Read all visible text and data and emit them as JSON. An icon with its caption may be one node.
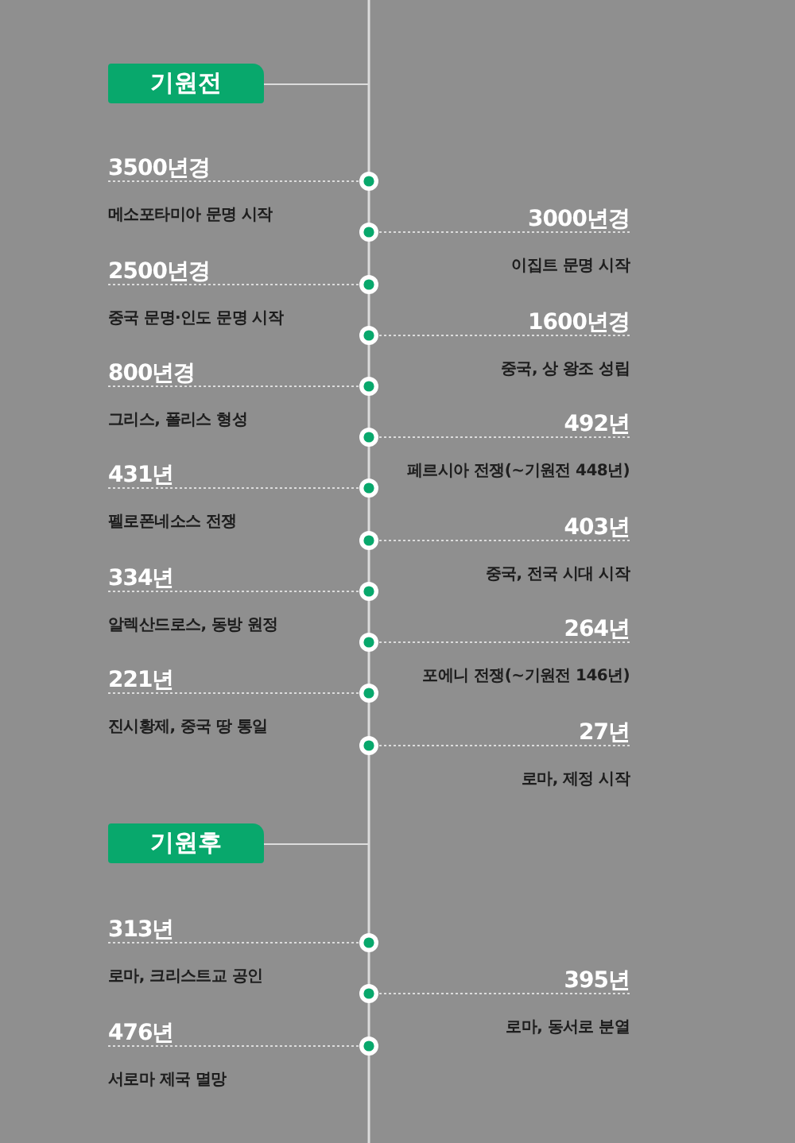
{
  "diagram": {
    "nodes": [
      {
        "text": [
          "기원전"
        ]
      },
      {
        "text": [
          "3500년경",
          "메소포타미아 문명 시작"
        ]
      },
      {
        "text": [],
        "shape": "circle"
      },
      {
        "text": [
          "3000년경",
          "이집트 문명 시작"
        ]
      },
      {
        "text": [],
        "shape": "circle"
      },
      {
        "text": [
          "2500년경",
          "중국 문명·인도 문명 시작"
        ]
      },
      {
        "text": [],
        "shape": "circle"
      },
      {
        "text": [
          "1600년경",
          "중국, 상 왕조 성립"
        ]
      },
      {
        "text": [],
        "shape": "circle"
      },
      {
        "text": [
          "800년경",
          "그리스, 폴리스 형성"
        ]
      },
      {
        "text": [],
        "shape": "circle"
      },
      {
        "text": [
          "492년",
          "페르시아 전쟁(~기원전 448년)"
        ]
      },
      {
        "text": [],
        "shape": "circle"
      },
      {
        "text": [
          "431년",
          "펠로폰네소스 전쟁"
        ]
      },
      {
        "text": [],
        "shape": "circle"
      },
      {
        "text": [
          "403년",
          "중국, 전국 시대 시작"
        ]
      },
      {
        "text": [],
        "shape": "circle"
      },
      {
        "text": [
          "334년",
          "알렉산드로스, 동방 원정"
        ]
      },
      {
        "text": [],
        "shape": "circle"
      },
      {
        "text": [
          "264년",
          "포에니 전쟁(~기원전 146년)"
        ]
      },
      {
        "text": [],
        "shape": "circle"
      },
      {
        "text": [
          "221년",
          "진시황제, 중국 땅 통일"
        ]
      },
      {
        "text": [],
        "shape": "circle"
      },
      {
        "text": [
          "27년",
          "로마, 제정 시작"
        ]
      },
      {
        "text": [],
        "shape": "circle"
      },
      {
        "text": [
          "기원후"
        ]
      },
      {
        "text": [
          "313년",
          "로마, 크리스트교 공인"
        ]
      },
      {
        "text": [],
        "shape": "circle"
      },
      {
        "text": [
          "395년",
          "로마, 동서로 분열"
        ]
      },
      {
        "text": [],
        "shape": "circle"
      },
      {
        "text": [
          "476년",
          "서로마 제국 멸망"
        ]
      },
      {
        "text": [],
        "shape": "circle"
      }
    ],
    "edges": [
      {
        "from": 0,
        "to": null,
        "arrow": "none"
      },
      {
        "from": 1,
        "to": 2,
        "arrow": "none",
        "style": "dashed"
      },
      {
        "from": 3,
        "to": 4,
        "arrow": "none",
        "style": "dashed"
      },
      {
        "from": 5,
        "to": 6,
        "arrow": "none",
        "style": "dashed"
      },
      {
        "from": 7,
        "to": 8,
        "arrow": "none",
        "style": "dashed"
      },
      {
        "from": 9,
        "to": 10,
        "arrow": "none",
        "style": "dashed"
      },
      {
        "from": 11,
        "to": 12,
        "arrow": "none",
        "style": "dashed"
      },
      {
        "from": 13,
        "to": 14,
        "arrow": "none",
        "style": "dashed"
      },
      {
        "from": 15,
        "to": 16,
        "arrow": "none",
        "style": "dashed"
      },
      {
        "from": 17,
        "to": 18,
        "arrow": "none",
        "style": "dashed"
      },
      {
        "from": 19,
        "to": 20,
        "arrow": "none",
        "style": "dashed"
      },
      {
        "from": 21,
        "to": 22,
        "arrow": "none",
        "style": "dashed"
      },
      {
        "from": 23,
        "to": 24,
        "arrow": "none",
        "style": "dashed"
      },
      {
        "from": 25,
        "to": null,
        "arrow": "none"
      },
      {
        "from": 26,
        "to": 27,
        "arrow": "none",
        "style": "dashed"
      },
      {
        "from": 28,
        "to": 29,
        "arrow": "none",
        "style": "dashed"
      },
      {
        "from": 30,
        "to": 31,
        "arrow": "none",
        "style": "dashed"
      }
    ]
  }
}
